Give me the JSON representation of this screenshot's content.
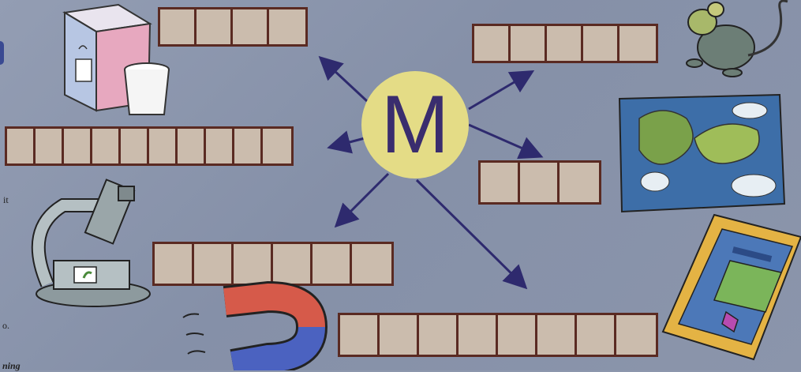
{
  "hub": {
    "letter": "M"
  },
  "colors": {
    "background": "#8d97ad",
    "box_fill": "#cbbcad",
    "box_border": "#5a2a22",
    "hub": "#e4dc86",
    "arrow": "#2e2a6e"
  },
  "words": [
    {
      "picture": "milk-carton-icon",
      "letters": 4
    },
    {
      "picture": "mouse-icon",
      "letters": 5
    },
    {
      "picture": "milkshake-icon",
      "letters": 10
    },
    {
      "picture": "map-icon",
      "letters": 3
    },
    {
      "picture": "microscope-icon",
      "letters": 6
    },
    {
      "picture": "magazine-icon",
      "letters": 8
    },
    {
      "picture": "magnet-icon",
      "letters": 0
    }
  ],
  "margin_text": [
    "it",
    "o.",
    "ning"
  ]
}
